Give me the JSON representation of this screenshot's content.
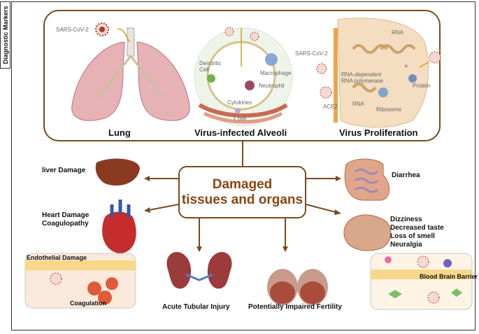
{
  "side_label": "Diagnostic Markers",
  "top": {
    "lung": "Lung",
    "alveoli": "Virus-infected Alveoli",
    "proliferation": "Virus Proliferation",
    "sars_left": "SARS-CoV-2",
    "sars_right": "SARS-CoV-2",
    "dendritic": "Dendritic\nCell",
    "macrophage": "Macrophage",
    "neutrophil": "Neutrophil",
    "cytokines": "Cytokines",
    "tcell": "T cell",
    "rna_top": "RNA",
    "rdrp": "RNA-dependent\nRNA polymerase",
    "protein": "Protein",
    "ace2": "ACE2",
    "rna_mid": "RNA",
    "ribosome": "Ribosome",
    "plus": "+"
  },
  "center": {
    "line1": "Damaged",
    "line2": "tissues and organs"
  },
  "outcomes": {
    "liver": "liver Damage",
    "heart": "Heart Damage\nCoagulopathy",
    "endothelial": "Endothelial Damage",
    "coagulation": "Coagulation",
    "kidney": "Acute Tubular Injury",
    "fertility": "Potentially Impaired Fertility",
    "diarrhea": "Diarrhea",
    "neuro": "Dizziness\nDecreased taste\nLoss of smell\nNeuralgia",
    "bbb": "Blood Brain Barrier"
  },
  "colors": {
    "accent": "#8b4513",
    "border": "#7a4a1e",
    "virus": "#b23a2a"
  }
}
